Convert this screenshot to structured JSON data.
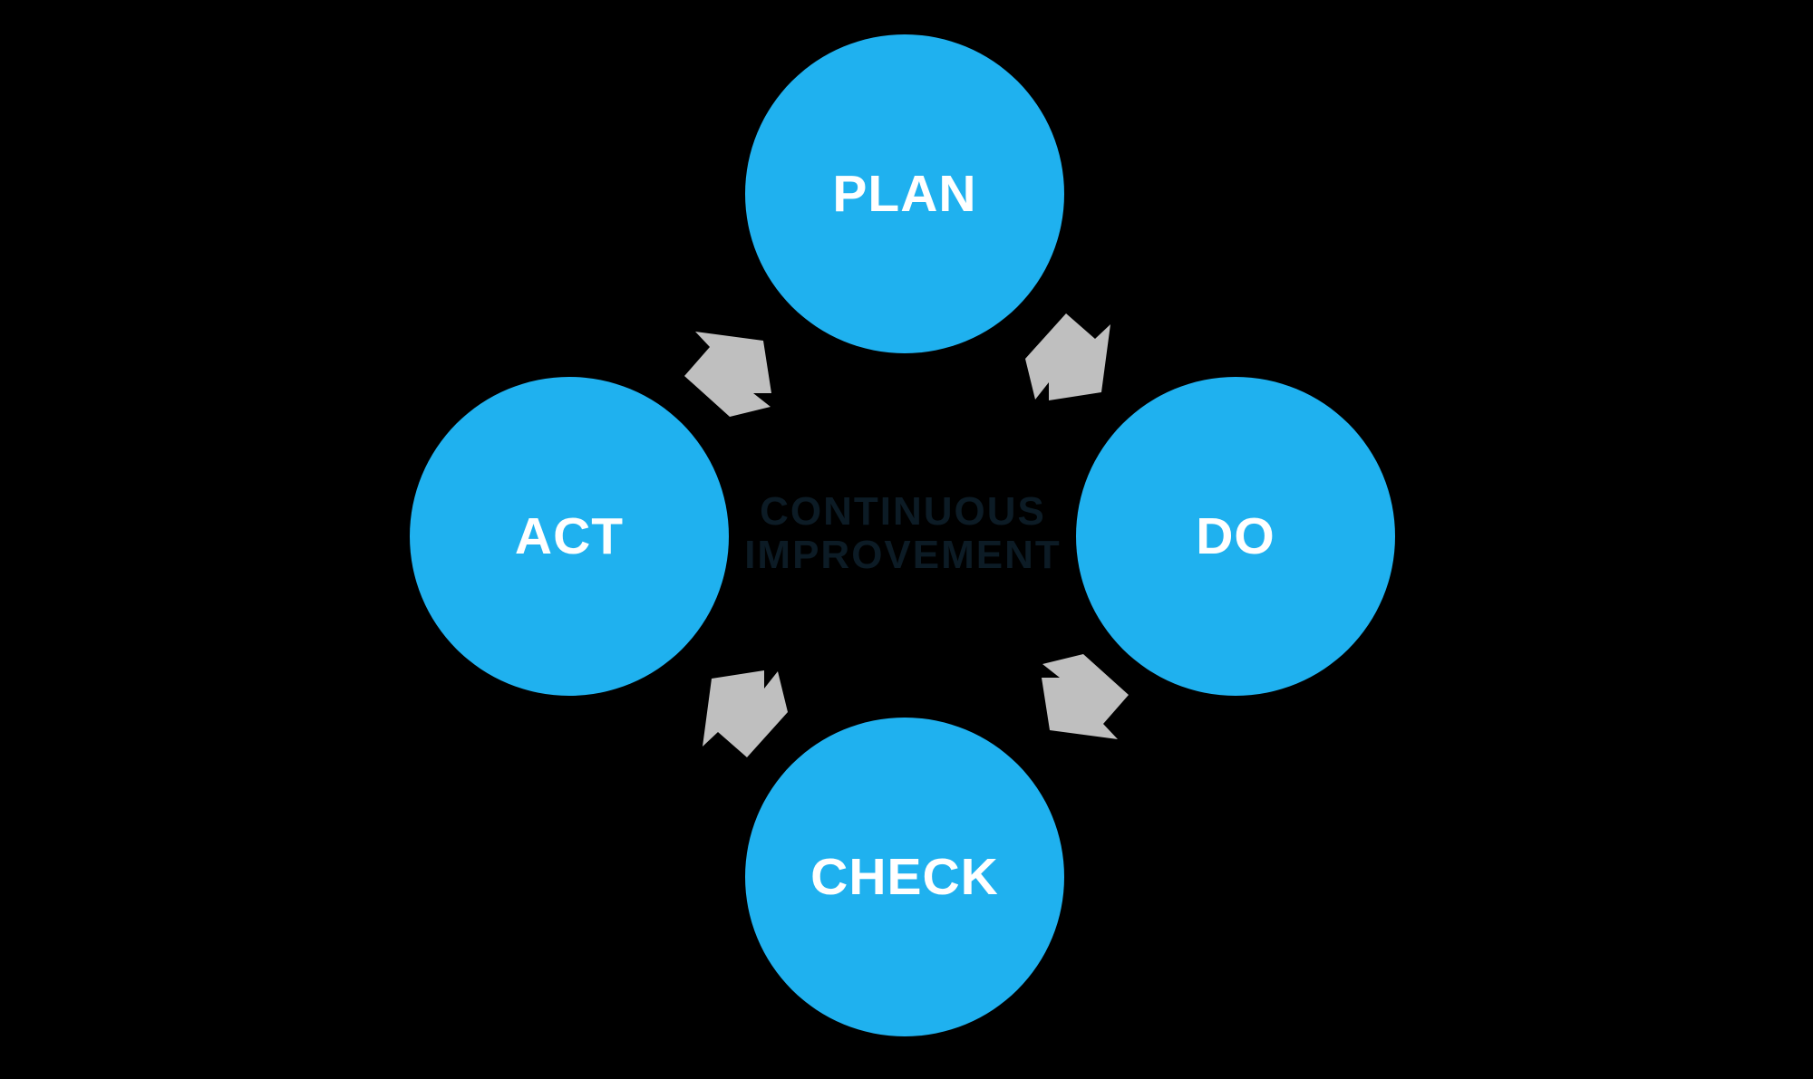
{
  "diagram": {
    "type": "cycle",
    "center_label": {
      "line1": "CONTINUOUS",
      "line2": "IMPROVEMENT"
    },
    "nodes": [
      {
        "id": "plan",
        "label": "PLAN",
        "position": "top"
      },
      {
        "id": "do",
        "label": "DO",
        "position": "right"
      },
      {
        "id": "check",
        "label": "CHECK",
        "position": "bottom"
      },
      {
        "id": "act",
        "label": "ACT",
        "position": "left"
      }
    ],
    "arrows": [
      {
        "name": "arrow-act-to-plan",
        "direction": "northeast"
      },
      {
        "name": "arrow-plan-to-do",
        "direction": "southeast"
      },
      {
        "name": "arrow-do-to-check",
        "direction": "southwest"
      },
      {
        "name": "arrow-check-to-act",
        "direction": "northwest"
      }
    ],
    "flow_order": [
      "PLAN",
      "DO",
      "CHECK",
      "ACT"
    ],
    "colors": {
      "background": "#000000",
      "node_fill": "#1FB1EF",
      "node_label": "#FFFFFF",
      "arrow": "#BFBFBF",
      "center_label": "#0C1B25"
    }
  }
}
